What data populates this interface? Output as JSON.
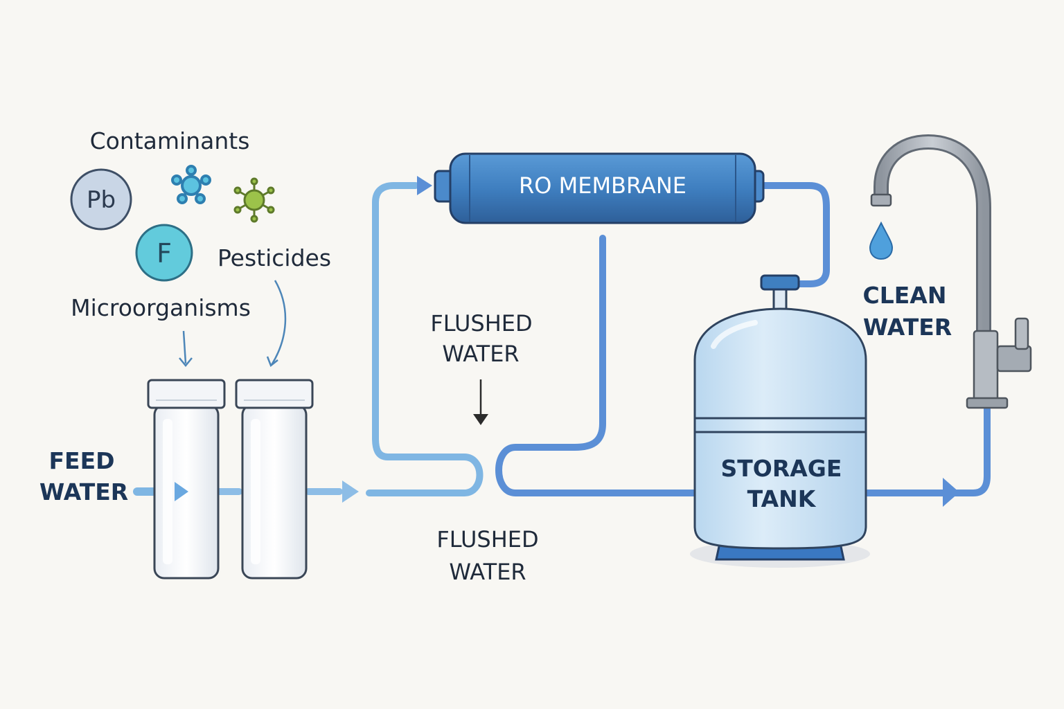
{
  "contaminants": {
    "title": "Contaminants",
    "lead_symbol": "Pb",
    "fluoride_symbol": "F",
    "pesticides_label": "Pesticides",
    "microorganisms_label": "Microorganisms"
  },
  "feed": {
    "line1": "FEED",
    "line2": "WATER"
  },
  "membrane": {
    "label": "RO MEMBRANE"
  },
  "flushed_top": {
    "line1": "FLUSHED",
    "line2": "WATER"
  },
  "flushed_bottom": {
    "line1": "FLUSHED",
    "line2": "WATER"
  },
  "tank": {
    "line1": "STORAGE",
    "line2": "TANK"
  },
  "clean": {
    "line1": "CLEAN",
    "line2": "WATER"
  },
  "colors": {
    "background": "#f8f7f3",
    "pipe_light": "#7fb6e3",
    "pipe_dark": "#5b8fd6",
    "membrane_blue": "#3f7fc0",
    "tank_blue": "#cfe4f5",
    "label_navy": "#1c3658"
  },
  "icons": [
    "lead-icon",
    "virus-icon",
    "bacteria-icon",
    "fluoride-icon",
    "faucet-icon",
    "droplet-icon"
  ]
}
